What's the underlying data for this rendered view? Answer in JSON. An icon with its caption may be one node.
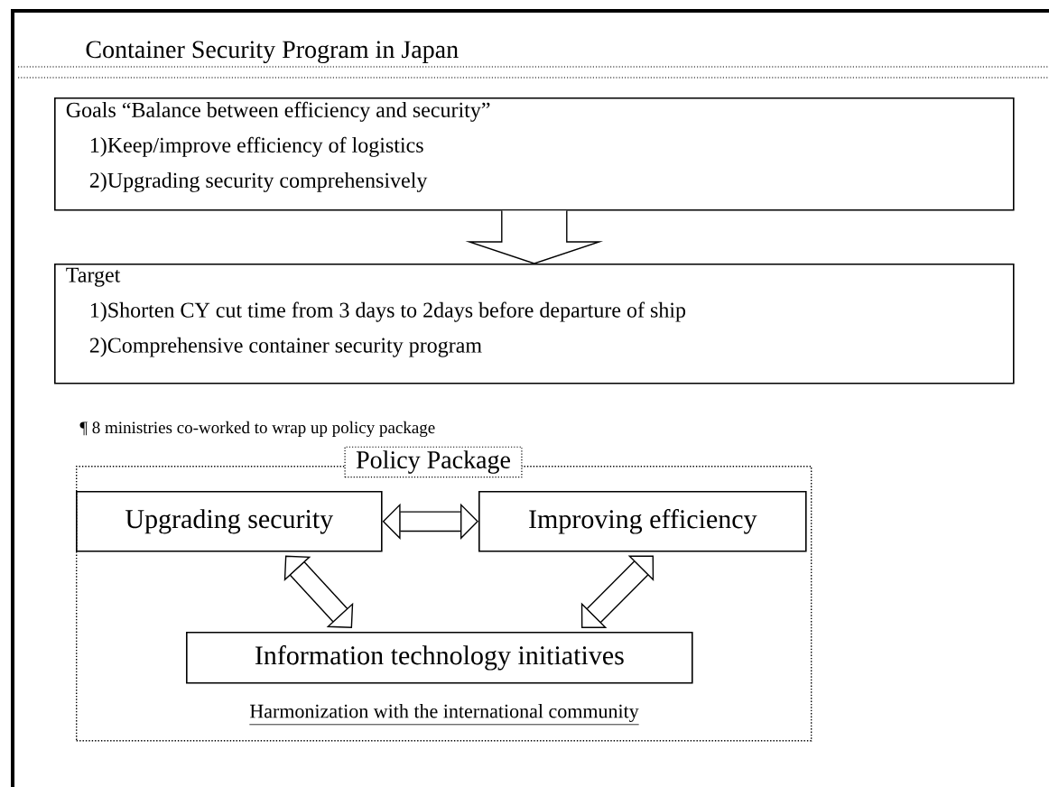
{
  "diagram": {
    "title": "Container Security Program in Japan",
    "nodes": [
      {
        "text": [
          "Goals “Balance between efficiency and security”",
          "1)Keep/improve efficiency of logistics",
          "2)Upgrading security comprehensively"
        ]
      },
      {
        "text": [
          "Target",
          "1)Shorten CY cut time from 3 days to 2days before departure of ship",
          "2)Comprehensive container security program"
        ]
      },
      {
        "text": [
          "Policy Package",
          "Harmonization with the international community"
        ]
      },
      {
        "text": [
          "Upgrading security"
        ],
        "in": 2
      },
      {
        "text": [
          "Improving efficiency"
        ],
        "in": 2
      },
      {
        "text": [
          "Information technology initiatives"
        ],
        "in": 2
      }
    ],
    "edges": [
      {
        "from": 0,
        "to": 1,
        "arrow": "to",
        "style": "thick"
      },
      {
        "from": 3,
        "to": 4,
        "arrow": "both"
      },
      {
        "from": 3,
        "to": 5,
        "arrow": "both"
      },
      {
        "from": 4,
        "to": 5,
        "arrow": "both"
      }
    ],
    "labels": [
      "¶ 8 ministries co-worked to wrap up policy package"
    ]
  }
}
